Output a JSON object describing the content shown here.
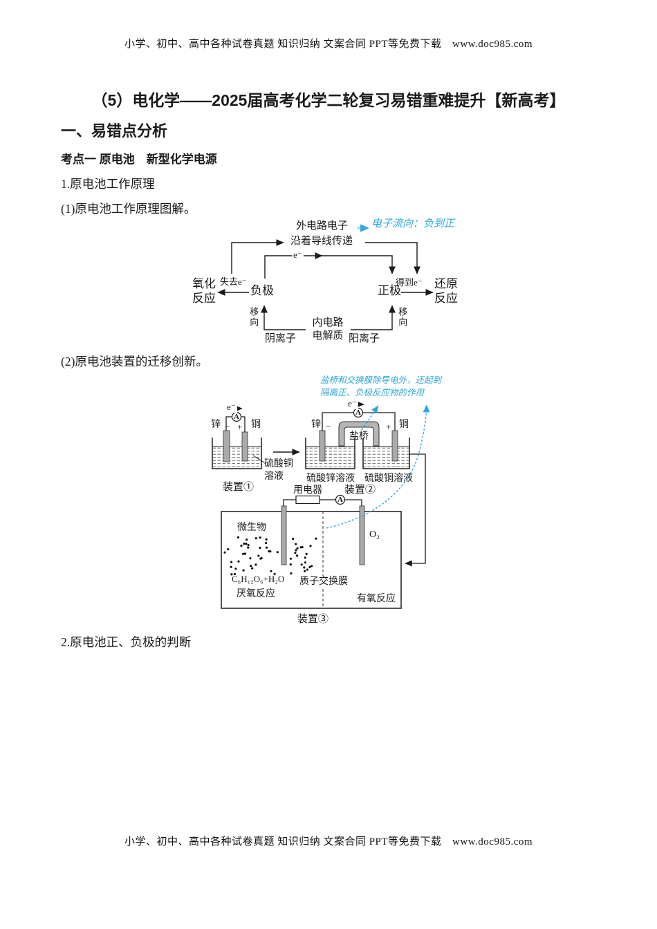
{
  "page": {
    "header": "小学、初中、高中各种试卷真题 知识归纳 文案合同 PPT等免费下载　www.doc985.com",
    "footer": "小学、初中、高中各种试卷真题 知识归纳 文案合同 PPT等免费下载　www.doc985.com",
    "title": "（5）电化学——2025届高考化学二轮复习易错重难提升【新高考】",
    "section1": "一、易错点分析",
    "kaodian": "考点一 原电池　新型化学电源",
    "para1": "1.原电池工作原理",
    "para2": "(1)原电池工作原理图解。",
    "para3": "(2)原电池装置的迁移创新。",
    "para4": "2.原电池正、负极的判断"
  },
  "colors": {
    "annotation_cyan": "#2ea7dc",
    "ink": "#1a1a1a",
    "electrode_gray": "#aaaaaa"
  },
  "diagram1": {
    "outer_circuit": "外电路电子",
    "flow_note": "电子流向：负到正",
    "wire_transfer": "沿着导线传递",
    "electron": "e⁻",
    "oxidation": "氧化\n反应",
    "lose_e": "失去e⁻",
    "negative": "负极",
    "positive": "正极",
    "gain_e": "得到e⁻",
    "reduction": "还原\n反应",
    "move_left": "移向",
    "move_right": "移向",
    "anion": "阴离子",
    "inner_circuit": "内电路\n电解质",
    "cation": "阳离子"
  },
  "diagram2": {
    "annotation_line1": "盐桥和交换膜除导电外，还起到",
    "annotation_line2": "隔离正、负极反应物的作用",
    "ammeter": "A",
    "electron": "e⁻",
    "device1": {
      "zinc": "锌",
      "minus": "−",
      "plus": "+",
      "copper": "铜",
      "solution": "硫酸铜\n溶液",
      "label": "装置①"
    },
    "device2": {
      "zinc": "锌",
      "minus": "−",
      "plus": "+",
      "copper": "铜",
      "salt_bridge": "盐桥",
      "left_solution": "硫酸锌溶液",
      "right_solution": "硫酸铜溶液",
      "label": "装置②"
    },
    "device3": {
      "appliance": "用电器",
      "microbe": "微生物",
      "oxygen": "O₂",
      "glucose": "C₆H₁₂O₆+H₂O",
      "membrane": "质子交换膜",
      "anaerobic": "厌氧反应",
      "aerobic": "有氧反应",
      "label": "装置③"
    }
  }
}
